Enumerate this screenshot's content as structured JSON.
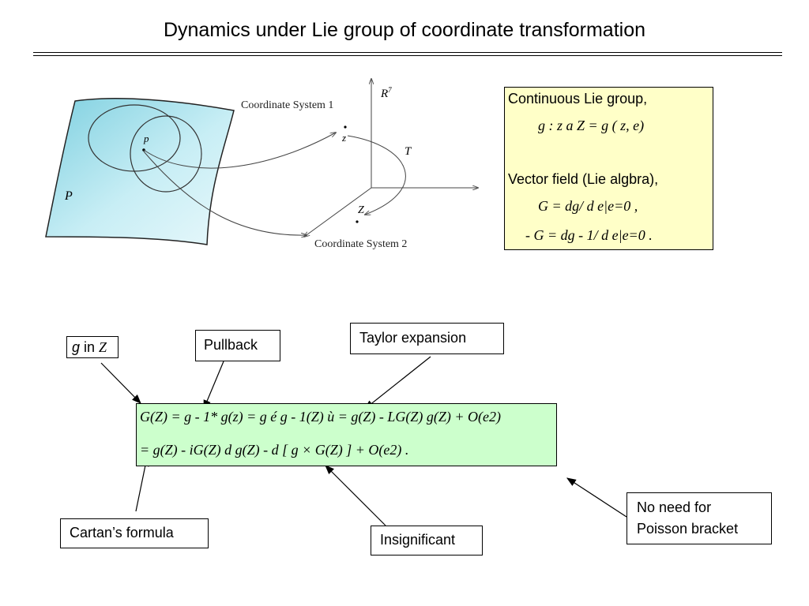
{
  "title": "Dynamics under Lie group of coordinate transformation",
  "figure": {
    "coord_sys_1": "Coordinate System 1",
    "coord_sys_2": "Coordinate System 2",
    "r7": "R",
    "r7_sup": "7",
    "t_label": "T",
    "z_small": "z",
    "z_big": "Z",
    "p_label": "p",
    "P_label": "P"
  },
  "lie_box": {
    "line1": "Continuous Lie group,",
    "eq1": "g : z a   Z =  g ( z, e)",
    "line2": "Vector field (Lie algbra),",
    "eq2": "G =  dg/ d e|e=0   ,",
    "eq3": "-  G =  dg - 1/ d e|e=0 ."
  },
  "labels": {
    "g_in_z_g": "g",
    "g_in_z_rest": " in ",
    "g_in_z_Z": "Z",
    "pullback": "Pullback",
    "taylor": "Taylor expansion",
    "cartan": "Cartan’s formula",
    "insignificant": "Insignificant",
    "poisson_line1": "No need for",
    "poisson_line2": "Poisson bracket"
  },
  "equation": {
    "row1": "G(Z) =  g - 1* g(z) =  g é g - 1(Z) ù =  g(Z) -  LG(Z) g(Z) +  O(e2)",
    "row2": "=  g(Z) -  iG(Z) d g(Z) -  d [ g × G(Z) ] +  O(e2) ."
  }
}
